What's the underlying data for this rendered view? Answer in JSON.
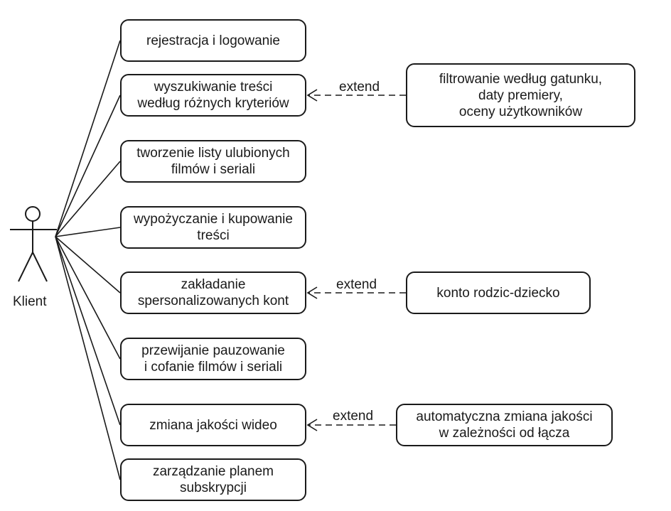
{
  "actor": {
    "name": "Klient"
  },
  "use_cases": [
    {
      "id": "rejestracja",
      "label": "rejestracja i logowanie"
    },
    {
      "id": "wyszukiwanie",
      "label": "wyszukiwanie treści\nwedług różnych kryteriów"
    },
    {
      "id": "lista",
      "label": "tworzenie listy ulubionych\nfilmów i seriali"
    },
    {
      "id": "wypozyczanie",
      "label": "wypożyczanie i kupowanie\ntreści"
    },
    {
      "id": "konta",
      "label": "zakładanie\nspersonalizowanych kont"
    },
    {
      "id": "przewijanie",
      "label": "przewijanie pauzowanie\ni cofanie filmów i seriali"
    },
    {
      "id": "jakosc",
      "label": "zmiana jakości wideo"
    },
    {
      "id": "subskrypcja",
      "label": "zarządzanie planem\nsubskrypcji"
    }
  ],
  "extensions": [
    {
      "id": "filtrowanie",
      "label": "filtrowanie według gatunku,\ndaty premiery,\noceny użytkowników",
      "relation": "extend"
    },
    {
      "id": "rodzic",
      "label": "konto rodzic-dziecko",
      "relation": "extend"
    },
    {
      "id": "auto",
      "label": "automatyczna zmiana jakości\nw zależności od łącza",
      "relation": "extend"
    }
  ]
}
